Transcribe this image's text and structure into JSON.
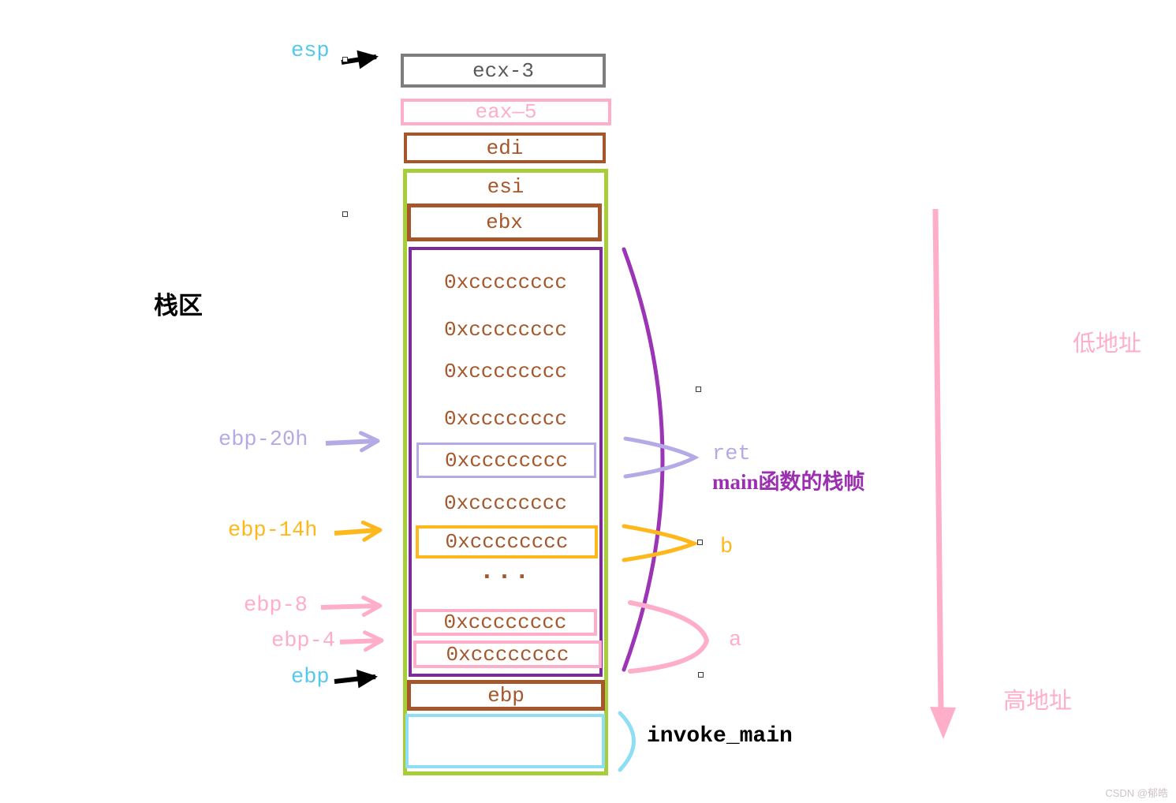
{
  "colors": {
    "cyan": "#56c8ea",
    "gray_border": "#7d7d7d",
    "gray_text": "#595959",
    "pink": "#ffaec9",
    "brown": "#a5572b",
    "green": "#a6ce39",
    "purple_dark": "#7d2b96",
    "purple_light": "#9b35b5",
    "lavender": "#b6aae6",
    "orange": "#ffb81c",
    "light_blue": "#8fdef4",
    "black": "#000000"
  },
  "region_labels": {
    "stack_area": "栈区",
    "low_address": "低地址",
    "high_address": "高地址"
  },
  "pointer_labels": {
    "esp": "esp",
    "ebp_minus_20h": "ebp-20h",
    "ebp_minus_14h": "ebp-14h",
    "ebp_minus_8": "ebp-8",
    "ebp_minus_4": "ebp-4",
    "ebp": "ebp"
  },
  "stack": {
    "ecx_slot": "ecx-3",
    "eax_slot": "eax—5",
    "edi_slot": "edi",
    "esi_slot": "esi",
    "ebx_slot": "ebx",
    "ebp_slot": "ebp",
    "frame_rows": [
      {
        "text": "0xcccccccc",
        "box": "none"
      },
      {
        "text": "0xcccccccc",
        "box": "none"
      },
      {
        "text": "0xcccccccc",
        "box": "none"
      },
      {
        "text": "0xcccccccc",
        "box": "none"
      },
      {
        "text": "0xcccccccc",
        "box": "lavender"
      },
      {
        "text": "0xcccccccc",
        "box": "none"
      },
      {
        "text": "0xcccccccc",
        "box": "orange"
      },
      {
        "text": "...",
        "box": "none"
      },
      {
        "text": "0xcccccccc",
        "box": "pink"
      },
      {
        "text": "0xcccccccc",
        "box": "pink"
      }
    ]
  },
  "annotations": {
    "ret": "ret",
    "main_frame": "main函数的栈帧",
    "var_b": "b",
    "var_a": "a",
    "invoke_main": "invoke_main"
  },
  "icons": {
    "esp_arrow": "black-right-arrow",
    "ebp_arrow": "black-right-arrow",
    "ebp20_arrow": "lavender-right-arrow",
    "ebp14_arrow": "orange-right-arrow",
    "ebp8_arrow": "pink-right-arrow",
    "ebp4_arrow": "pink-right-arrow",
    "main_frame_brace": "purple-arc-brace",
    "ret_pointer": "lavender-chevron",
    "b_pointer": "orange-chevron",
    "a_pointer": "pink-chevron",
    "invoke_brace": "cyan-brace",
    "address_arrow": "pink-down-arrow"
  },
  "watermark": "CSDN @郁皓"
}
